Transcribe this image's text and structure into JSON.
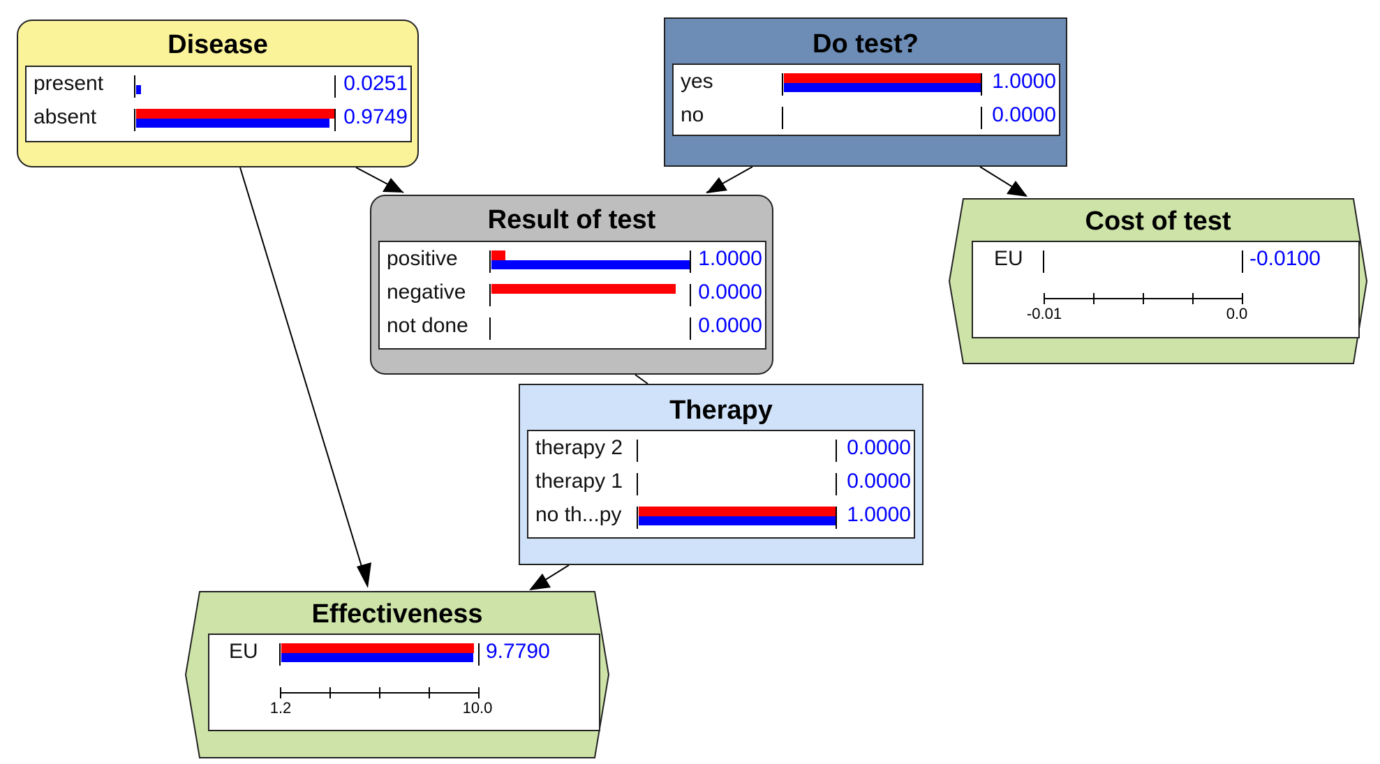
{
  "colors": {
    "disease_bg": "#fbf39a",
    "dotest_bg": "#6d8db7",
    "result_bg": "#bebebe",
    "therapy_bg": "#cfe2f9",
    "utility_bg": "#cde3a8",
    "bar_red": "#ff0000",
    "bar_blue": "#0000ff",
    "value_text": "#0000ff"
  },
  "nodes": {
    "disease": {
      "title": "Disease",
      "states": [
        {
          "label": "present",
          "value": "0.0251",
          "red": 0.0,
          "blue": 0.0251
        },
        {
          "label": "absent",
          "value": "0.9749",
          "red": 1.0,
          "blue": 0.9749
        }
      ]
    },
    "do_test": {
      "title": "Do test?",
      "states": [
        {
          "label": "yes",
          "value": "1.0000",
          "red": 1.0,
          "blue": 1.0
        },
        {
          "label": "no",
          "value": "0.0000",
          "red": 0.0,
          "blue": 0.0
        }
      ]
    },
    "result_of_test": {
      "title": "Result of test",
      "states": [
        {
          "label": "positive",
          "value": "1.0000",
          "red": 0.07,
          "blue": 1.0
        },
        {
          "label": "negative",
          "value": "0.0000",
          "red": 0.93,
          "blue": 0.0
        },
        {
          "label": "not done",
          "value": "0.0000",
          "red": 0.0,
          "blue": 0.0
        }
      ]
    },
    "therapy": {
      "title": "Therapy",
      "states": [
        {
          "label": "therapy 2",
          "value": "0.0000",
          "red": 0.0,
          "blue": 0.0
        },
        {
          "label": "therapy 1",
          "value": "0.0000",
          "red": 0.0,
          "blue": 0.0
        },
        {
          "label": "no th...py",
          "value": "1.0000",
          "red": 1.0,
          "blue": 1.0
        }
      ]
    },
    "cost_of_test": {
      "title": "Cost of test",
      "eu_label": "EU",
      "eu_value": "-0.0100",
      "eu_red": 0.0,
      "eu_blue": 0.0,
      "scale_min": "-0.01",
      "scale_max": "0.0"
    },
    "effectiveness": {
      "title": "Effectiveness",
      "eu_label": "EU",
      "eu_value": "9.7790",
      "eu_red": 0.98,
      "eu_blue": 0.975,
      "scale_min": "1.2",
      "scale_max": "10.0"
    }
  },
  "arcs": [
    {
      "from": "disease",
      "to": "result_of_test"
    },
    {
      "from": "disease",
      "to": "effectiveness"
    },
    {
      "from": "do_test",
      "to": "result_of_test"
    },
    {
      "from": "do_test",
      "to": "cost_of_test"
    },
    {
      "from": "result_of_test",
      "to": "therapy"
    },
    {
      "from": "therapy",
      "to": "effectiveness"
    }
  ]
}
